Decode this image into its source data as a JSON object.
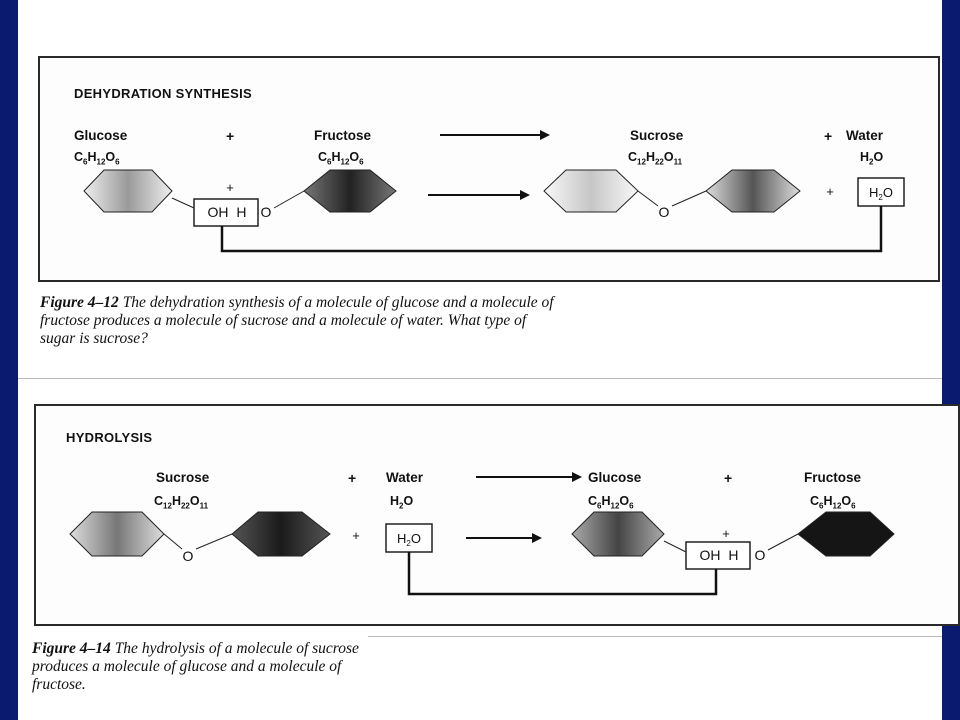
{
  "panel1": {
    "title": "DEHYDRATION SYNTHESIS",
    "glucose_label": "Glucose",
    "fructose_label": "Fructose",
    "sucrose_label": "Sucrose",
    "water_label": "Water",
    "plus": "+",
    "group_label": "OH  H",
    "oxygen": "O",
    "water_box": "H2O",
    "caption_fig": "Figure 4–12",
    "caption_text": "The dehydration synthesis of a molecule of glucose and a molecule of fructose produces a molecule of sucrose and a molecule of water. What type of sugar is sucrose?"
  },
  "panel2": {
    "title": "HYDROLYSIS",
    "sucrose_label": "Sucrose",
    "water_label": "Water",
    "glucose_label": "Glucose",
    "fructose_label": "Fructose",
    "plus": "+",
    "group_label": "OH  H",
    "oxygen": "O",
    "water_box": "H2O",
    "caption_fig": "Figure 4–14",
    "caption_text": "The hydrolysis of a molecule of sucrose produces a molecule of glucose and a molecule of fructose."
  }
}
